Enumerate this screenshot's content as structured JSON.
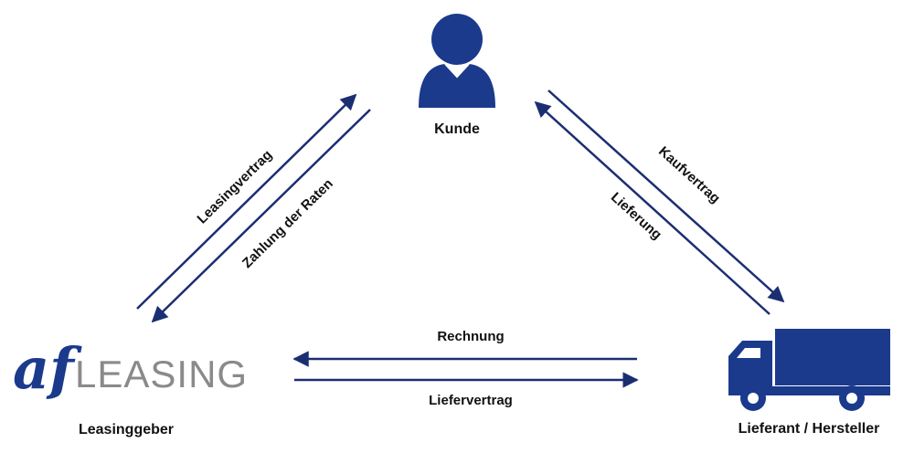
{
  "nodes": {
    "customer": {
      "label": "Kunde",
      "icon": "person-icon"
    },
    "lessor": {
      "label": "Leasinggeber",
      "logo_af": "af",
      "logo_word": "LEASING"
    },
    "supplier": {
      "label": "Lieferant / Hersteller",
      "icon": "truck-icon"
    }
  },
  "edges": {
    "leasing_contract": "Leasingvertrag",
    "rate_payment": "Zahlung der Raten",
    "purchase_contract": "Kaufvertrag",
    "delivery": "Lieferung",
    "invoice": "Rechnung",
    "supply_contract": "Liefervertrag"
  },
  "colors": {
    "arrow": "#1b2e72",
    "icon": "#1b3a8c",
    "logo_gray": "#8a8a8a"
  }
}
